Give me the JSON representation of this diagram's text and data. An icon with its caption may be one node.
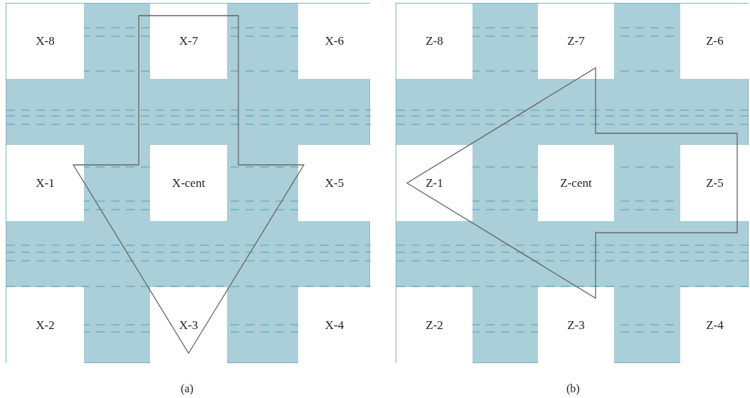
{
  "diagram": {
    "nodes": [
      {
        "text": [],
        "shape": "box",
        "beside": [
          "(a)"
        ]
      },
      {
        "text": [
          "X-8"
        ],
        "in": 0
      },
      {
        "text": [
          "X-7"
        ],
        "in": 0
      },
      {
        "text": [
          "X-6"
        ],
        "in": 0
      },
      {
        "text": [
          "X-1"
        ],
        "in": 0
      },
      {
        "text": [
          "X-cent"
        ],
        "in": 0
      },
      {
        "text": [
          "X-5"
        ],
        "in": 0
      },
      {
        "text": [
          "X-2"
        ],
        "in": 0
      },
      {
        "text": [
          "X-3"
        ],
        "in": 0
      },
      {
        "text": [
          "X-4"
        ],
        "in": 0
      },
      {
        "text": [],
        "shape": "box",
        "beside": [
          "(b)"
        ]
      },
      {
        "text": [
          "Z-8"
        ],
        "in": 10
      },
      {
        "text": [
          "Z-7"
        ],
        "in": 10
      },
      {
        "text": [
          "Z-6"
        ],
        "in": 10
      },
      {
        "text": [
          "Z-1"
        ],
        "in": 10
      },
      {
        "text": [
          "Z-cent"
        ],
        "in": 10
      },
      {
        "text": [
          "Z-5"
        ],
        "in": 10
      },
      {
        "text": [
          "Z-2"
        ],
        "in": 10
      },
      {
        "text": [
          "Z-3"
        ],
        "in": 10
      },
      {
        "text": [
          "Z-4"
        ],
        "in": 10
      }
    ],
    "edges": [
      {
        "from": 2,
        "to": 8,
        "arrow": "to"
      },
      {
        "from": 16,
        "to": 14,
        "arrow": "to"
      }
    ]
  }
}
